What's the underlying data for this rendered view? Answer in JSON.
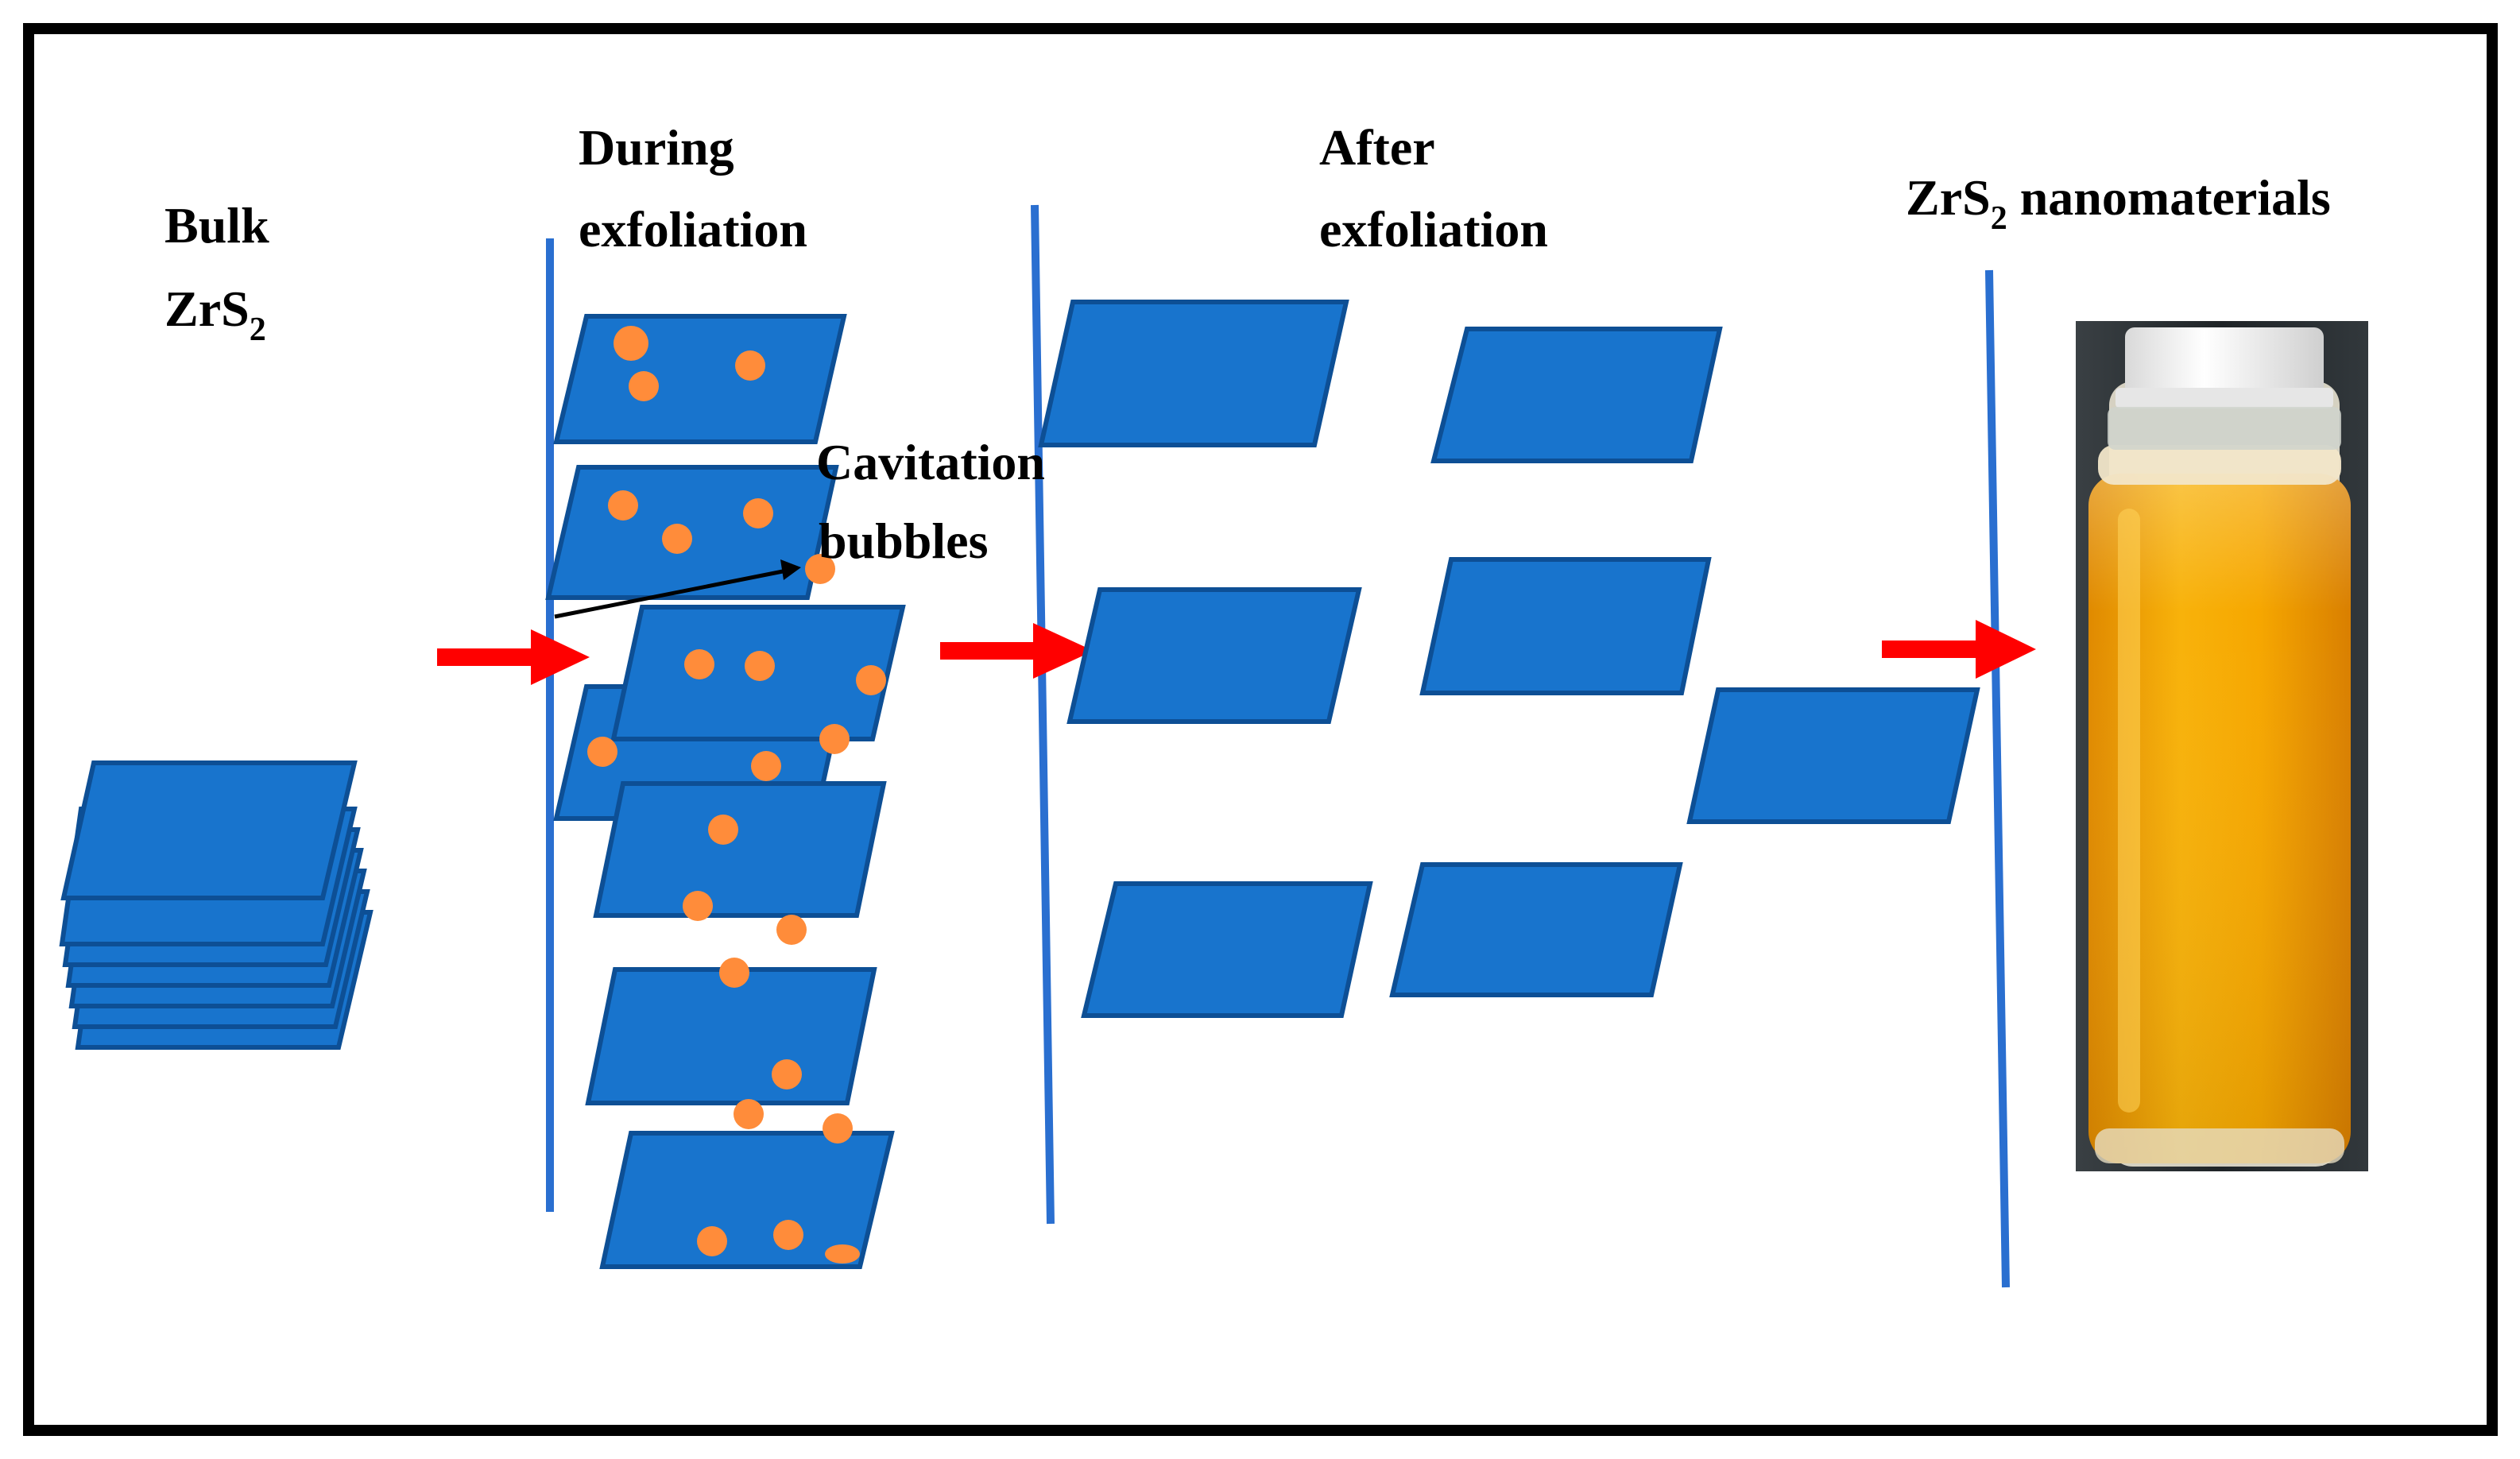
{
  "labels": {
    "bulk_line1": "Bulk",
    "bulk_formula": "ZrS",
    "bulk_formula_sub": "2",
    "during_line1": "During",
    "during_line2": "exfoliation",
    "after_line1": "After",
    "after_line2": "exfoliation",
    "nano_formula": "ZrS",
    "nano_formula_sub": "2",
    "nano_rest": " nanomaterials",
    "cavitation_line1": "Cavitation",
    "cavitation_line2": "bubbles"
  },
  "colors": {
    "sheet_fill": "#1874cd",
    "sheet_stroke": "#0d4f95",
    "bubble": "#ff8c3a",
    "arrow": "#ff0000",
    "divider": "#2a6fd0",
    "frame": "#000000",
    "liquid": "#f5a300",
    "cap": "#f2f2f2",
    "vial_background": "#2c3236"
  },
  "elements": {
    "photo": "vial of ZrS2 nanomaterials dispersion",
    "icons": [
      "sheet",
      "bubble",
      "arrow",
      "divider-line"
    ]
  }
}
